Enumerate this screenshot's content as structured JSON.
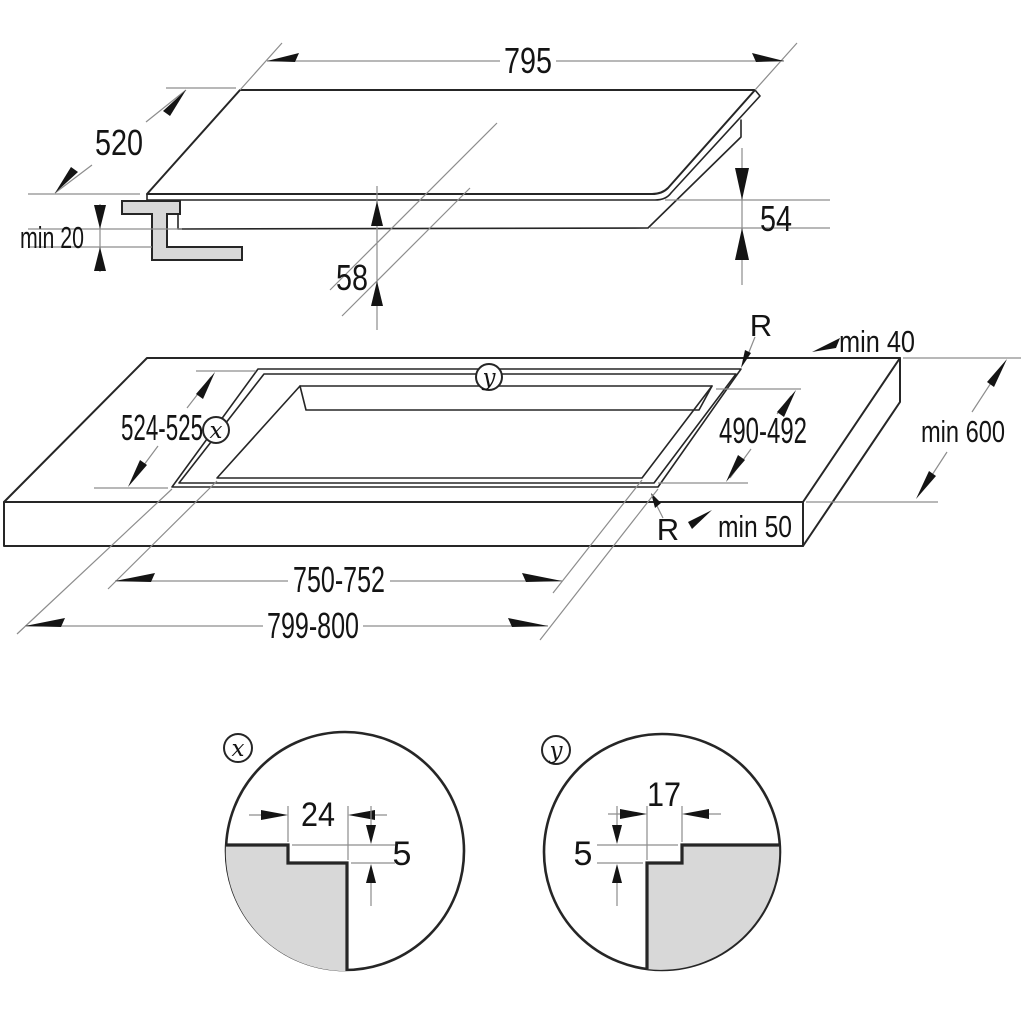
{
  "colors": {
    "line": "#262626",
    "thin_line": "#8d8d8d",
    "arrow": "#141414",
    "shade": "#d8d8d8",
    "text": "#141414",
    "background": "#ffffff"
  },
  "top_view": {
    "width": "795",
    "depth": "520",
    "clearance_below": "min 20",
    "overall_height": "58",
    "built_in_depth": "54"
  },
  "cutout_view": {
    "radius_rear": "R",
    "radius_front": "R",
    "rear_distance": "min 40",
    "worktop_depth": "min 600",
    "front_distance": "min 50",
    "recess_depth": "524-525",
    "opening_depth": "490-492",
    "opening_width": "750-752",
    "recess_width": "799-800",
    "marker_x": "x",
    "marker_y": "y"
  },
  "detail_x": {
    "marker": "x",
    "ledge_width": "24",
    "step_height": "5"
  },
  "detail_y": {
    "marker": "y",
    "ledge_width": "17",
    "step_height": "5"
  }
}
